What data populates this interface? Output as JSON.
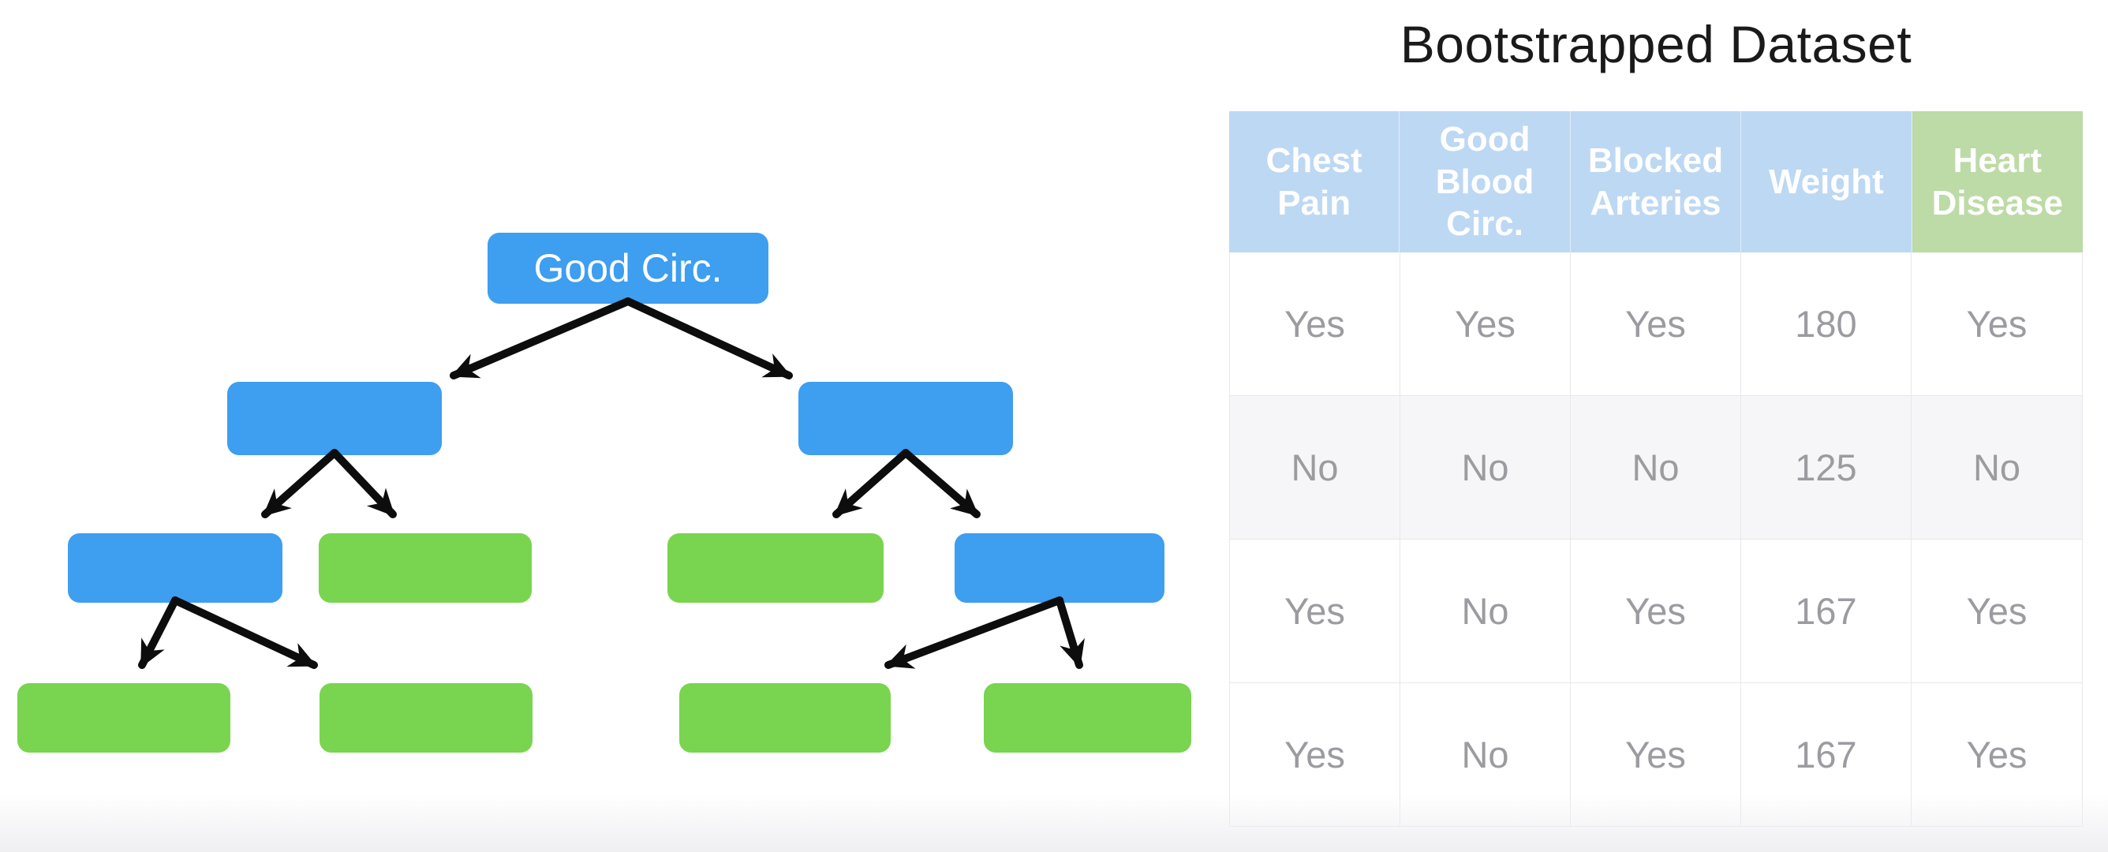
{
  "colors": {
    "node_blue": "#3E9EF0",
    "node_green": "#79D44F",
    "arrow_color": "#0D0D0D",
    "header_blue": "#BDD8F3",
    "header_green": "#BCDBA6",
    "header_text": "#FFFFFF",
    "cell_text": "#9B9BA0",
    "row_alt_bg": "#F6F6F8",
    "grid_line": "#E8E8EA",
    "title_text": "#1A1A1A",
    "page_bg": "#FFFFFF"
  },
  "diagram": {
    "nodes": [
      {
        "id": "root",
        "label": "Good Circ.",
        "color": "blue"
      },
      {
        "id": "l2-left",
        "label": "",
        "color": "blue"
      },
      {
        "id": "l2-right",
        "label": "",
        "color": "blue"
      },
      {
        "id": "l3-1",
        "label": "",
        "color": "blue"
      },
      {
        "id": "l3-2",
        "label": "",
        "color": "green"
      },
      {
        "id": "l3-3",
        "label": "",
        "color": "green"
      },
      {
        "id": "l3-4",
        "label": "",
        "color": "blue"
      },
      {
        "id": "l4-1",
        "label": "",
        "color": "green"
      },
      {
        "id": "l4-2",
        "label": "",
        "color": "green"
      },
      {
        "id": "l4-3",
        "label": "",
        "color": "green"
      },
      {
        "id": "l4-4",
        "label": "",
        "color": "green"
      }
    ]
  },
  "table": {
    "title": "Bootstrapped Dataset",
    "columns": [
      {
        "label": "Chest\nPain",
        "color": "blue"
      },
      {
        "label": "Good\nBlood\nCirc.",
        "color": "blue"
      },
      {
        "label": "Blocked\nArteries",
        "color": "blue"
      },
      {
        "label": "Weight",
        "color": "blue"
      },
      {
        "label": "Heart\nDisease",
        "color": "green"
      }
    ],
    "rows": [
      [
        "Yes",
        "Yes",
        "Yes",
        "180",
        "Yes"
      ],
      [
        "No",
        "No",
        "No",
        "125",
        "No"
      ],
      [
        "Yes",
        "No",
        "Yes",
        "167",
        "Yes"
      ],
      [
        "Yes",
        "No",
        "Yes",
        "167",
        "Yes"
      ]
    ]
  }
}
